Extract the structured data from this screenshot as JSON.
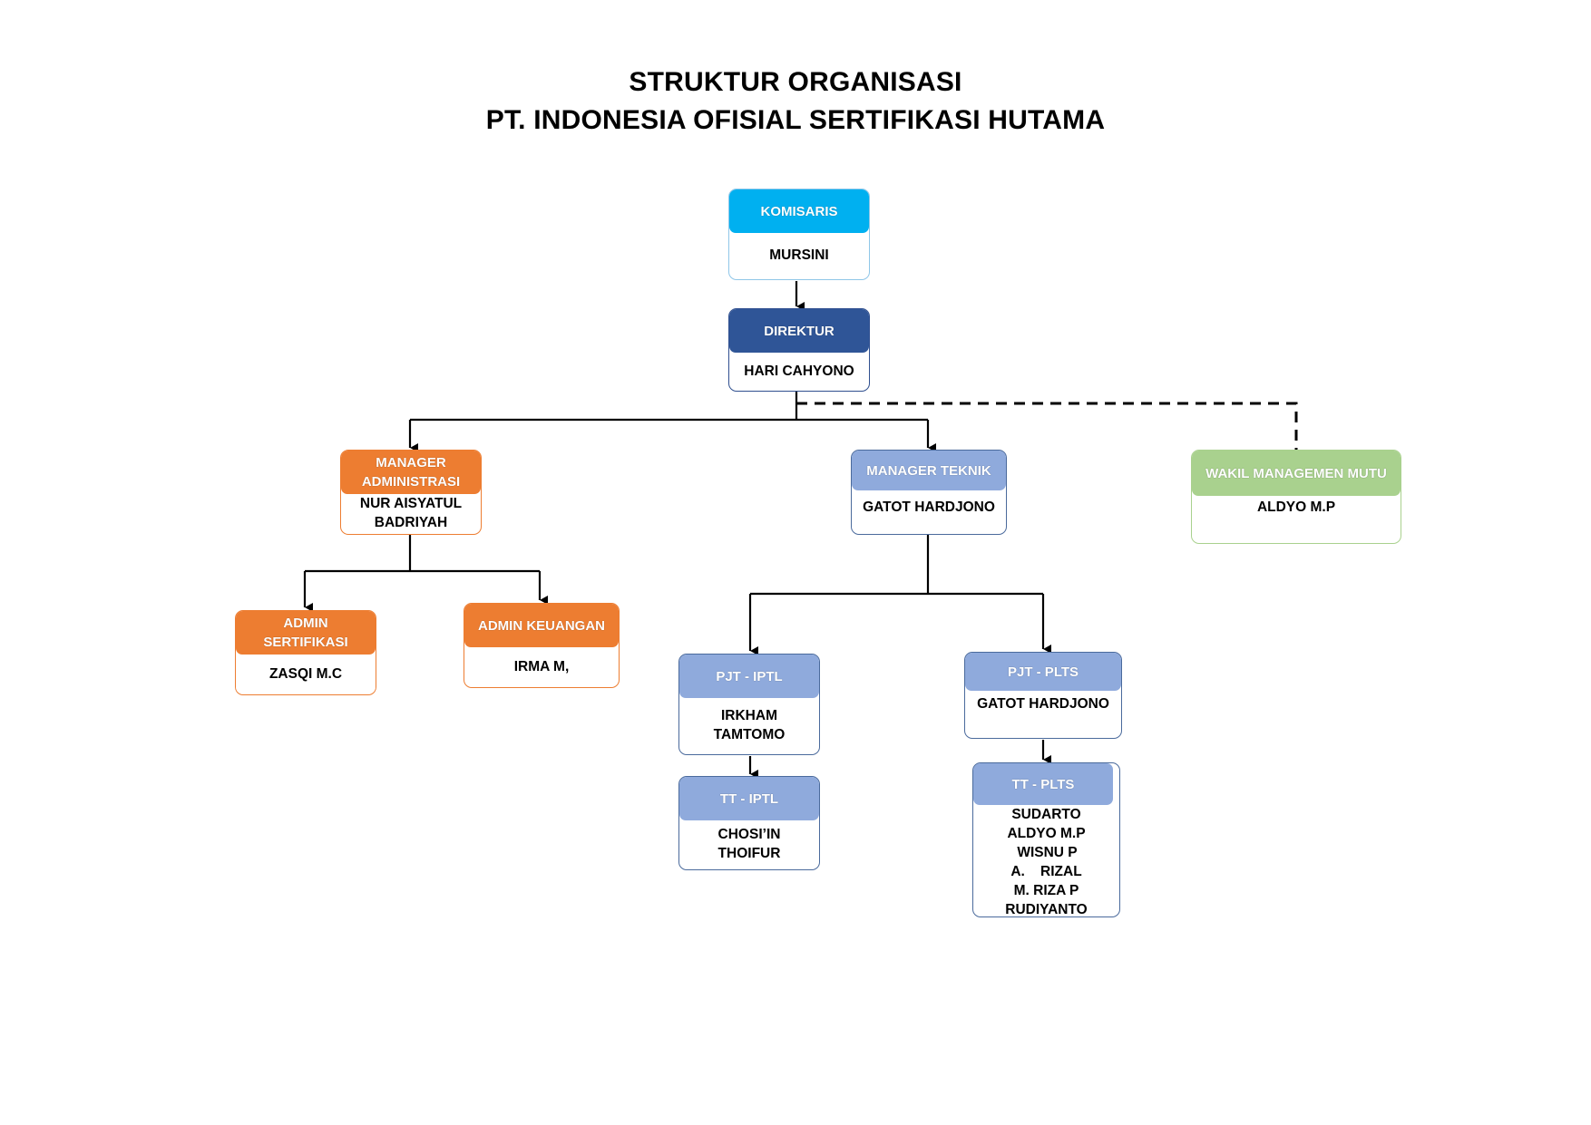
{
  "title": {
    "line1": "STRUKTUR ORGANISASI",
    "line2": "PT. INDONESIA OFISIAL SERTIFIKASI HUTAMA"
  },
  "nodes": {
    "komisaris": {
      "role": "KOMISARIS",
      "name": "MURSINI"
    },
    "direktur": {
      "role": "DIREKTUR",
      "name": "HARI CAHYONO"
    },
    "manager_administrasi": {
      "role": "MANAGER\nADMINISTRASI",
      "name": "NUR AISYATUL\nBADRIYAH"
    },
    "manager_teknik": {
      "role": "MANAGER TEKNIK",
      "name": "GATOT HARDJONO"
    },
    "wakil_managemen_mutu": {
      "role": "WAKIL MANAGEMEN MUTU",
      "name": "ALDYO M.P"
    },
    "admin_sertifikasi": {
      "role": "ADMIN\nSERTIFIKASI",
      "name": "ZASQI M.C"
    },
    "admin_keuangan": {
      "role": "ADMIN KEUANGAN",
      "name": "IRMA M,"
    },
    "pjt_iptl": {
      "role": "PJT - IPTL",
      "name": "IRKHAM\nTAMTOMO"
    },
    "tt_iptl": {
      "role": "TT - IPTL",
      "name": "CHOSI’IN\nTHOIFUR"
    },
    "pjt_plts": {
      "role": "PJT - PLTS",
      "name": "GATOT HARDJONO"
    },
    "tt_plts": {
      "role": "TT - PLTS",
      "members": [
        "SUDARTO",
        "ALDYO M.P",
        "WISNU P",
        "A.    RIZAL",
        "M. RIZA P",
        "RUDIYANTO"
      ]
    }
  },
  "colors": {
    "komisaris": "#00b0f0",
    "direktur": "#2f5597",
    "administrasi": "#ed7d31",
    "teknik": "#8faadc",
    "mutu": "#a9d18e",
    "connector": "#000000"
  }
}
